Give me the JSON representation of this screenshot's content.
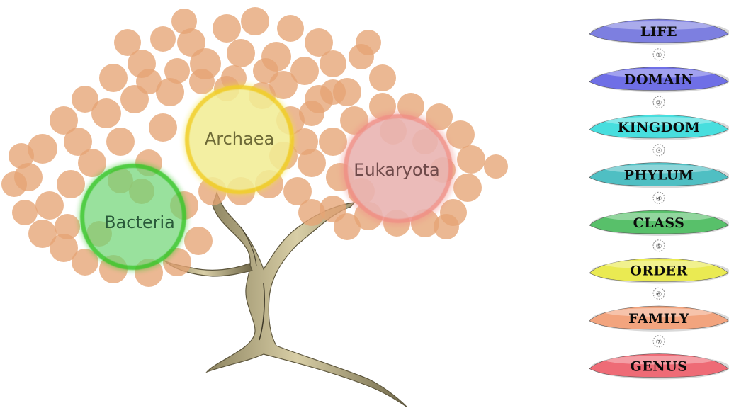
{
  "domains": [
    {
      "key": "bacteria",
      "label": "Bacteria",
      "color": "#39c62b"
    },
    {
      "key": "archaea",
      "label": "Archaea",
      "color": "#f2e23a"
    },
    {
      "key": "eukaryota",
      "label": "Eukaryota",
      "color": "#f08f86"
    }
  ],
  "leaf_color": "#e6a474",
  "trunk_color": "#c7b98c",
  "ranks": [
    {
      "label": "LIFE",
      "color": "#7d7fe0"
    },
    {
      "label": "DOMAIN",
      "color": "#6f6fe6"
    },
    {
      "label": "KINGDOM",
      "color": "#48dede"
    },
    {
      "label": "PHYLUM",
      "color": "#4fbfc3"
    },
    {
      "label": "CLASS",
      "color": "#58c06a"
    },
    {
      "label": "ORDER",
      "color": "#eaea52"
    },
    {
      "label": "FAMILY",
      "color": "#f2a47e"
    },
    {
      "label": "GENUS",
      "color": "#ee6b76"
    }
  ],
  "connectors": [
    "①",
    "②",
    "③",
    "④",
    "⑤",
    "⑥",
    "⑦"
  ]
}
